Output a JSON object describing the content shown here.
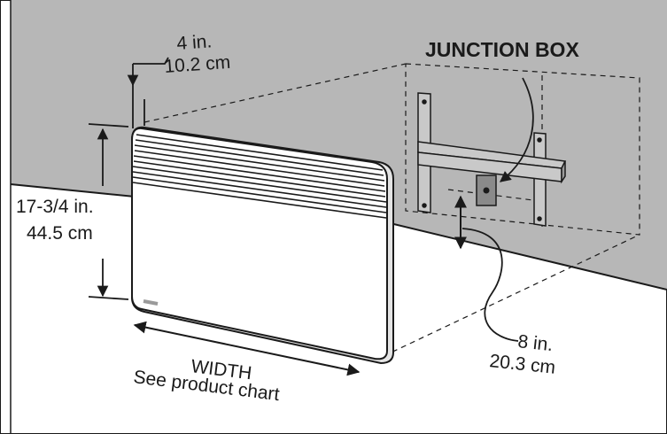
{
  "labels": {
    "junction_box": "JUNCTION BOX",
    "depth_in": "4 in.",
    "depth_cm": "10.2 cm",
    "height_in": "17-3/4 in.",
    "height_cm": "44.5 cm",
    "floor_in": "8 in.",
    "floor_cm": "20.3 cm",
    "width": "WIDTH",
    "width_note": "See product chart"
  },
  "colors": {
    "wall": "#b7b7b7",
    "floor": "#ffffff",
    "line": "#1a1a1a",
    "bracket": "#c9c9c9",
    "box": "#8a8a8a",
    "heater": "#ffffff"
  }
}
